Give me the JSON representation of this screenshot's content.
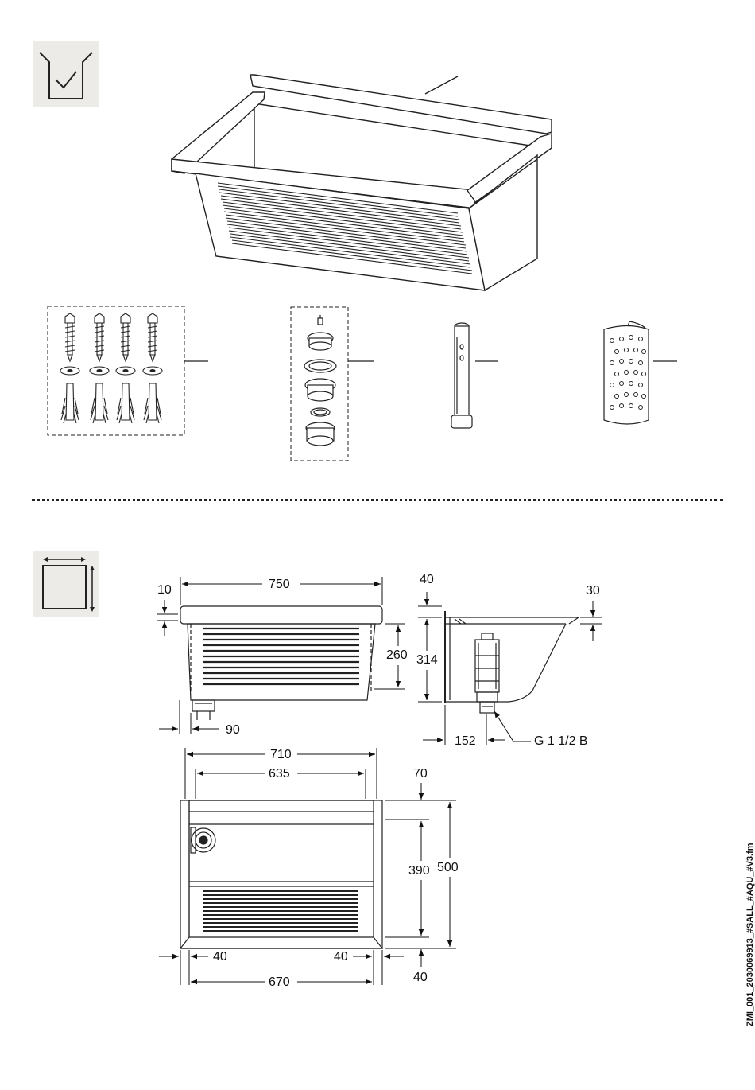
{
  "icons": {
    "scope": "package-check-icon",
    "dimensions": "dimensions-icon"
  },
  "dimensions": {
    "front_width": "750",
    "rim": "10",
    "front_height": "260",
    "outlet_offset": "90",
    "side_top_offset": "40",
    "side_height": "314",
    "side_rim": "30",
    "side_depth": "152",
    "thread": "G 1 1/2 B",
    "top_width_outer": "710",
    "top_width_inner": "635",
    "top_offset": "70",
    "top_inner_depth": "390",
    "top_depth": "500",
    "bottom_left": "40",
    "bottom_right": "40",
    "bottom_offset": "40",
    "bottom_width": "670"
  },
  "file_code": "ZMI_001_2030069913_#SALL_#AQU_#V3.fm"
}
